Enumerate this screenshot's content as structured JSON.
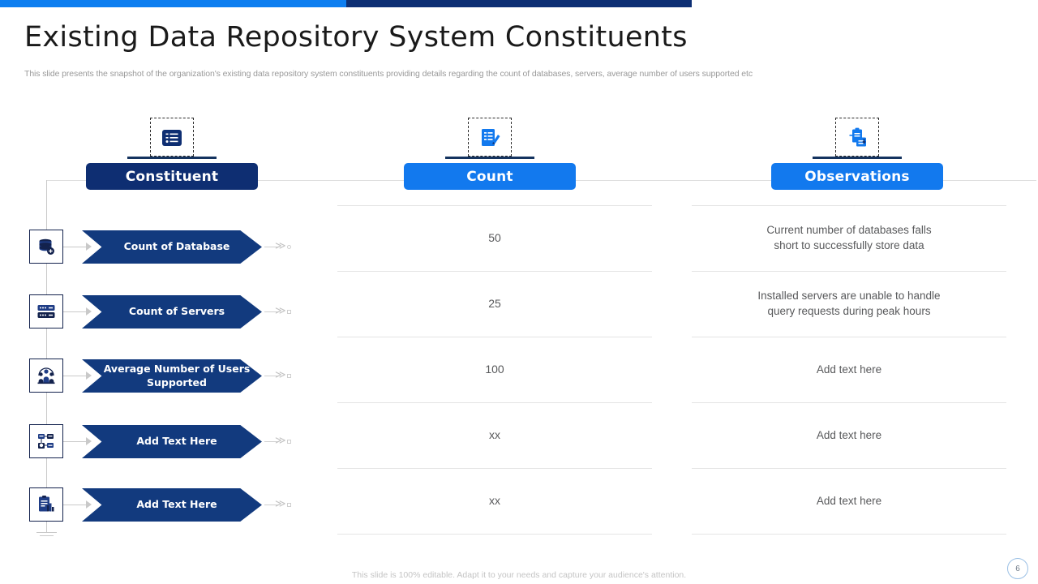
{
  "topbar": {
    "segment_light_color": "#0d7ef0",
    "segment_dark_color": "#0d2f74"
  },
  "title": "Existing Data Repository System Constituents",
  "subtitle": "This slide presents the snapshot of the organization's existing data repository system constituents providing details regarding the count of databases, servers, average number of users supported etc",
  "headers": [
    {
      "label": "Constituent",
      "icon": "checklist-card-icon",
      "color": "#0e2e72"
    },
    {
      "label": "Count",
      "icon": "document-pencil-icon",
      "color": "#1279ee"
    },
    {
      "label": "Observations",
      "icon": "clipboard-download-icon",
      "color": "#1279ee"
    }
  ],
  "constituents": [
    {
      "label": "Count of Database",
      "icon": "database-plus-icon",
      "marker": "circle"
    },
    {
      "label": "Count of Servers",
      "icon": "server-rack-icon",
      "marker": "square"
    },
    {
      "label": "Average Number\nof Users  Supported",
      "icon": "users-group-icon",
      "marker": "square"
    },
    {
      "label": "Add Text Here",
      "icon": "org-network-icon",
      "marker": "square"
    },
    {
      "label": "Add Text Here",
      "icon": "clipboard-chart-icon",
      "marker": "square"
    }
  ],
  "counts": [
    "50",
    "25",
    "100",
    "xx",
    "xx"
  ],
  "observations": [
    "Current number of databases falls\nshort to successfully  store data",
    "Installed  servers are unable to handle\nquery requests during peak hours",
    "Add text here",
    "Add text here",
    "Add text here"
  ],
  "footer": {
    "note": "This slide is 100% editable.  Adapt it to your needs and capture your audience's attention.",
    "page_number": "6"
  }
}
